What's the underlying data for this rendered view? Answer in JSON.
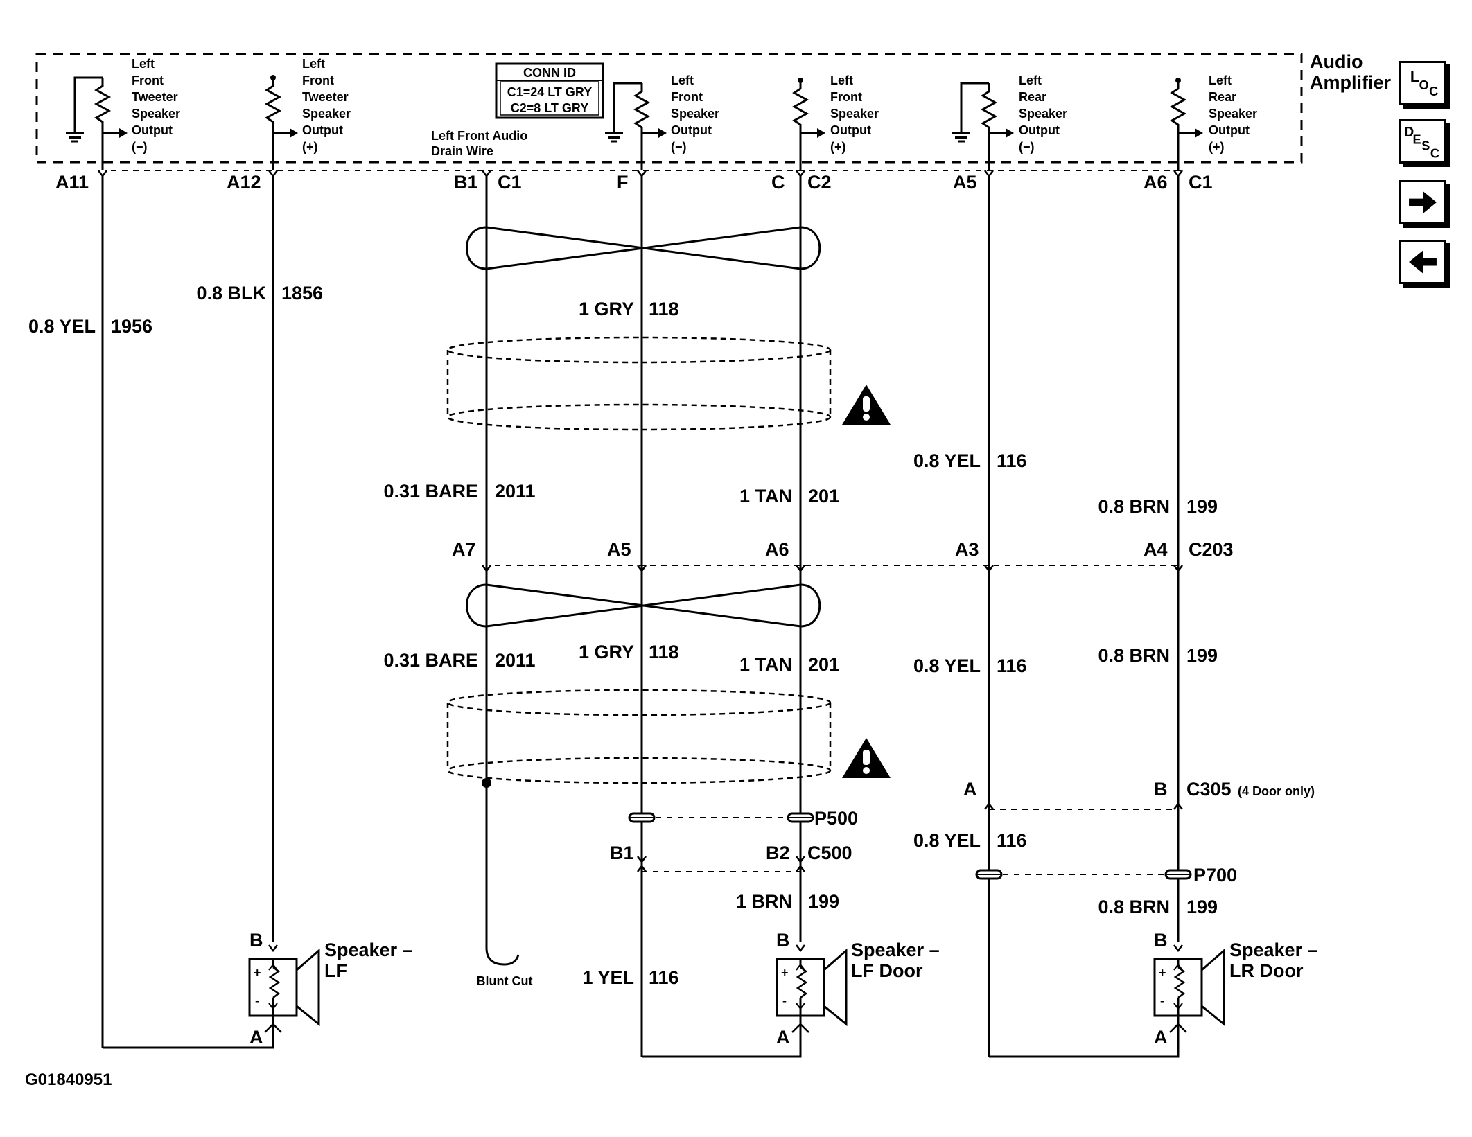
{
  "amplifier": {
    "title_line1": "Audio",
    "title_line2": "Amplifier",
    "conn_id": {
      "header": "CONN ID",
      "line1": "C1=24 LT GRY",
      "line2": "C2=8 LT GRY"
    },
    "outputs": [
      {
        "lines": [
          "Left",
          "Front",
          "Tweeter",
          "Speaker",
          "Output",
          "(−)"
        ]
      },
      {
        "lines": [
          "Left",
          "Front",
          "Tweeter",
          "Speaker",
          "Output",
          "(+)"
        ]
      },
      {
        "lines": [
          "Left",
          "Front",
          "Speaker",
          "Output",
          "(−)"
        ]
      },
      {
        "lines": [
          "Left",
          "Front",
          "Speaker",
          "Output",
          "(+)"
        ]
      },
      {
        "lines": [
          "Left",
          "Rear",
          "Speaker",
          "Output",
          "(−)"
        ]
      },
      {
        "lines": [
          "Left",
          "Rear",
          "Speaker",
          "Output",
          "(+)"
        ]
      }
    ],
    "drain_wire": [
      "Left Front Audio",
      "Drain Wire"
    ]
  },
  "pins": {
    "a11": "A11",
    "a12": "A12",
    "b1": "B1",
    "c1a": "C1",
    "f": "F",
    "c": "C",
    "c2": "C2",
    "a5": "A5",
    "a6": "A6",
    "c1b": "C1"
  },
  "wires": {
    "w1956": {
      "color": "0.8 YEL",
      "circuit": "1956"
    },
    "w1856": {
      "color": "0.8 BLK",
      "circuit": "1856"
    },
    "w118a": {
      "color": "1 GRY",
      "circuit": "118"
    },
    "w116a": {
      "color": "0.8 YEL",
      "circuit": "116"
    },
    "w2011a": {
      "color": "0.31 BARE",
      "circuit": "2011"
    },
    "w201a": {
      "color": "1 TAN",
      "circuit": "201"
    },
    "w199a": {
      "color": "0.8 BRN",
      "circuit": "199"
    },
    "w2011b": {
      "color": "0.31 BARE",
      "circuit": "2011"
    },
    "w118b": {
      "color": "1 GRY",
      "circuit": "118"
    },
    "w201b": {
      "color": "1 TAN",
      "circuit": "201"
    },
    "w116b": {
      "color": "0.8 YEL",
      "circuit": "116"
    },
    "w199b": {
      "color": "0.8 BRN",
      "circuit": "199"
    },
    "w116c": {
      "color": "0.8 YEL",
      "circuit": "116"
    },
    "w199c": {
      "color": "1 BRN",
      "circuit": "199"
    },
    "w199d": {
      "color": "0.8 BRN",
      "circuit": "199"
    },
    "w116d": {
      "color": "1 YEL",
      "circuit": "116"
    }
  },
  "c203": {
    "a7": "A7",
    "a5": "A5",
    "a6": "A6",
    "a3": "A3",
    "a4": "A4",
    "name": "C203"
  },
  "c305": {
    "a": "A",
    "b": "B",
    "name": "C305",
    "note": "(4 Door only)"
  },
  "p500": "P500",
  "c500": {
    "b1": "B1",
    "b2": "B2",
    "name": "C500"
  },
  "p700": "P700",
  "blunt_cut": "Blunt Cut",
  "speakers": [
    {
      "line1": "Speaker –",
      "line2": "LF",
      "pin_b": "B",
      "pin_a": "A"
    },
    {
      "line1": "Speaker –",
      "line2": "LF Door",
      "pin_b": "B",
      "pin_a": "A"
    },
    {
      "line1": "Speaker –",
      "line2": "LR Door",
      "pin_b": "B",
      "pin_a": "A"
    }
  ],
  "side_nav": {
    "loc": {
      "big": "L",
      "sub": "OC"
    },
    "desc": {
      "big": "D",
      "sub1": "E",
      "sub2": "S",
      "sub3": "C"
    }
  },
  "figure_id": "G01840951"
}
